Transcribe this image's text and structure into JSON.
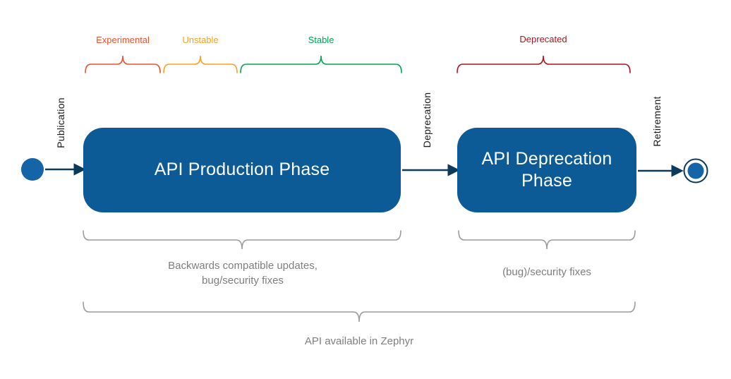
{
  "colors": {
    "state_fill": "#0C5B97",
    "state_text": "#FFFFFF",
    "node_fill": "#1365A8",
    "arrow": "#0B3A5B",
    "brace_gray": "#9B9B9B",
    "caption_text": "#7E7E7E",
    "transition_text": "#1A1A1A"
  },
  "stability_braces": [
    {
      "label": "Experimental",
      "color": "#F0502D"
    },
    {
      "label": "Unstable",
      "color": "#F9A11E"
    },
    {
      "label": "Stable",
      "color": "#00A551"
    },
    {
      "label": "Deprecated",
      "color": "#B1121B"
    }
  ],
  "transitions": [
    {
      "label": "Publication"
    },
    {
      "label": "Deprecation"
    },
    {
      "label": "Retirement"
    }
  ],
  "states": [
    {
      "label": "API Production Phase"
    },
    {
      "label": "API Deprecation Phase"
    }
  ],
  "captions": {
    "production": {
      "line1": "Backwards compatible updates,",
      "line2": "bug/security fixes"
    },
    "deprecation": {
      "line1": "(bug)/security fixes"
    },
    "overall": {
      "line1": "API available in Zephyr"
    }
  }
}
